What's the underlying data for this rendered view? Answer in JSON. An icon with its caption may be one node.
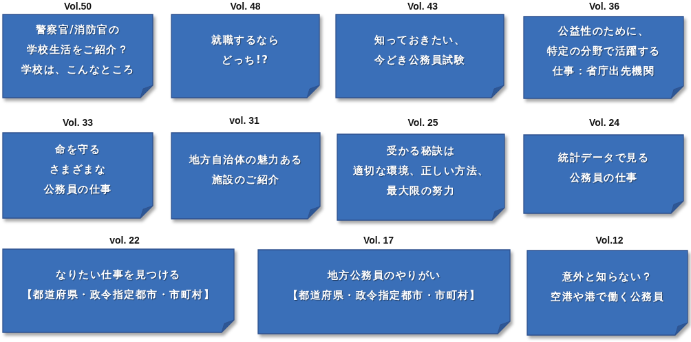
{
  "diagram": {
    "nodes": [
      {
        "text": [
          "Vol.50",
          "警察官/消防官の学校生活をご紹介？学校は、こんなところ"
        ]
      },
      {
        "text": [
          "Vol. 48",
          "就職するならどっち!?"
        ]
      },
      {
        "text": [
          "Vol. 43",
          "知っておきたい、今どき公務員試験"
        ]
      },
      {
        "text": [
          "Vol. 36",
          "公益性のために、特定の分野で活躍する仕事：省庁出先機関"
        ]
      },
      {
        "text": [
          "Vol. 33",
          "命を守るさまざまな公務員の仕事"
        ]
      },
      {
        "text": [
          "vol. 31",
          "地方自治体の魅力ある施設のご紹介"
        ]
      },
      {
        "text": [
          "Vol. 25",
          "受かる秘訣は適切な環境、正しい方法、最大限の努力"
        ]
      },
      {
        "text": [
          "Vol. 24",
          "統計データで見る公務員の仕事"
        ]
      },
      {
        "text": [
          "vol. 22",
          "なりたい仕事を見つける【都道府県・政令指定都市・市町村】"
        ]
      },
      {
        "text": [
          "Vol. 17",
          "地方公務員のやりがい【都道府県・政令指定都市・市町村】"
        ]
      },
      {
        "text": [
          "Vol.12",
          "意外と知らない？空港や港で働く公務員"
        ]
      }
    ]
  }
}
